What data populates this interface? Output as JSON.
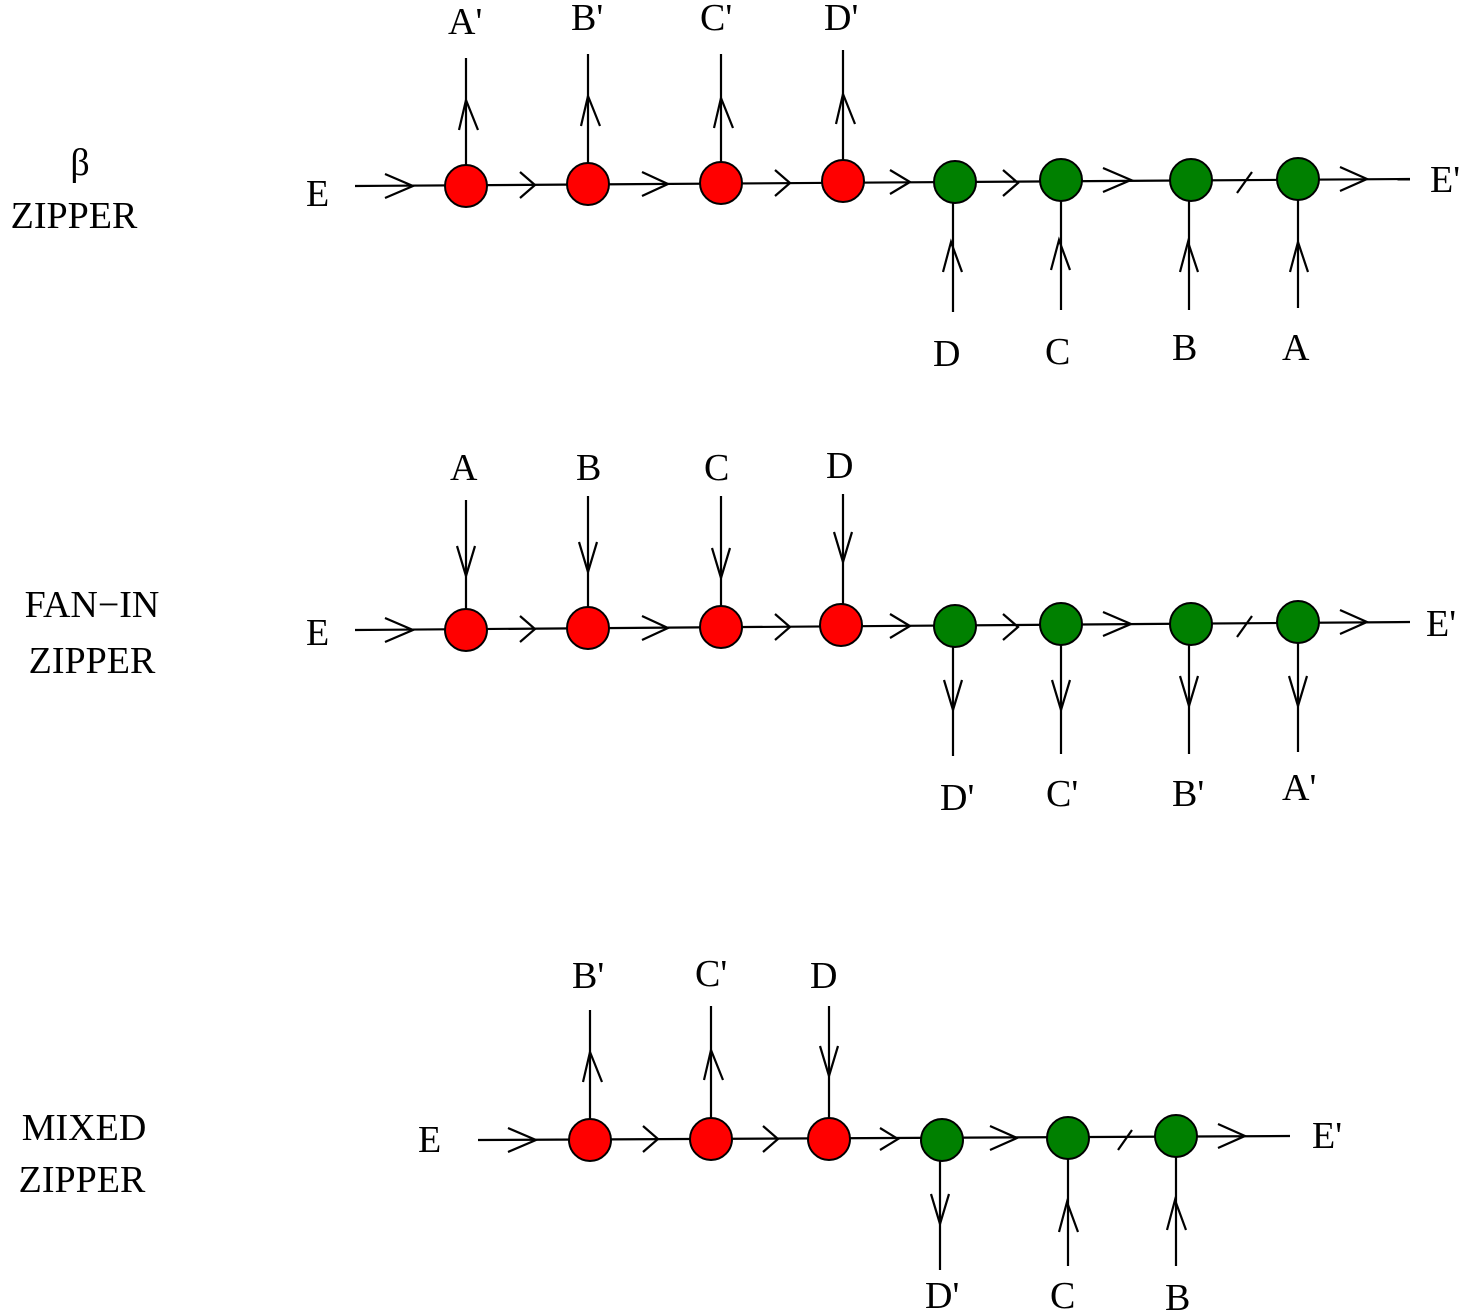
{
  "colors": {
    "red_node": "#ff0000",
    "green_node": "#008000",
    "line": "#000000"
  },
  "diagrams": [
    {
      "title_lines": [
        "β",
        "ZIPPER"
      ],
      "input_label": "E",
      "output_label": "E'",
      "top_labels": [
        "A'",
        "B'",
        "C'",
        "D'"
      ],
      "bottom_labels": [
        "D",
        "C",
        "B",
        "A"
      ]
    },
    {
      "title_lines": [
        "FAN−IN",
        "ZIPPER"
      ],
      "input_label": "E",
      "output_label": "E'",
      "top_labels": [
        "A",
        "B",
        "C",
        "D"
      ],
      "bottom_labels": [
        "D'",
        "C'",
        "B'",
        "A'"
      ]
    },
    {
      "title_lines": [
        "MIXED",
        "ZIPPER"
      ],
      "input_label": "E",
      "output_label": "E'",
      "top_labels": [
        "B'",
        "C'",
        "D"
      ],
      "bottom_labels": [
        "D'",
        "C",
        "B"
      ]
    }
  ]
}
